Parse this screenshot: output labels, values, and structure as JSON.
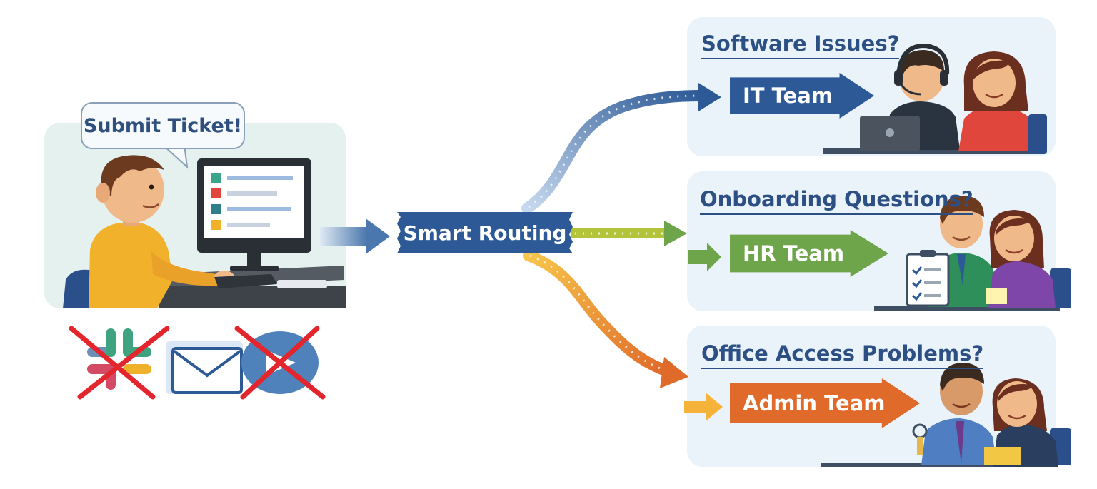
{
  "submit": {
    "bubble_text": "Submit Ticket!"
  },
  "router": {
    "label": "Smart Routing"
  },
  "routes": [
    {
      "question": "Software Issues?",
      "team": "IT Team",
      "color": "#2d5a96"
    },
    {
      "question": "Onboarding Questions?",
      "team": "HR Team",
      "color": "#6fa54a"
    },
    {
      "question": "Office Access Problems?",
      "team": "Admin Team",
      "color": "#e06a2a"
    }
  ],
  "blocked_channels": [
    "chat-app-icon",
    "email-icon",
    "video-call-icon"
  ],
  "colors": {
    "panel_left": "#e4f1ee",
    "panel_right": "#eaf2fa",
    "router": "#2d5a96",
    "blocked_cross": "#e3262d"
  }
}
